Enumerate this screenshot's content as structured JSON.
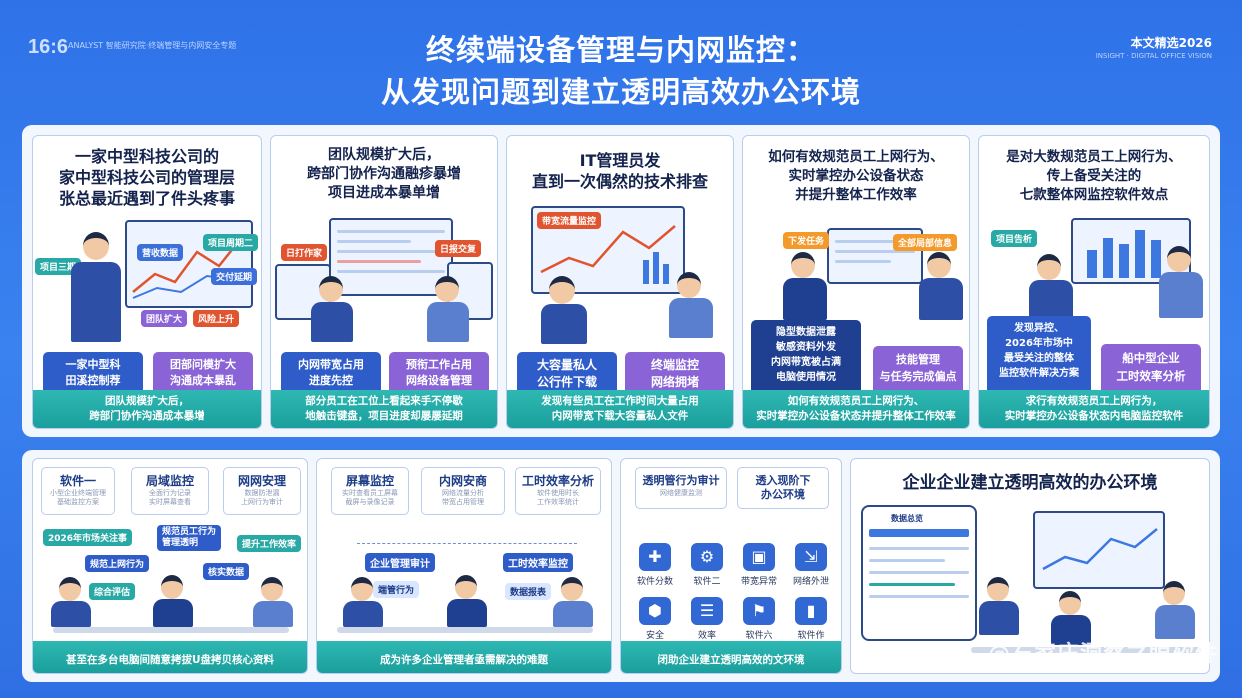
{
  "header": {
    "logo": "16:6",
    "logo_sub": "ANALYST 智能研究院·终端管理与内网安全专题",
    "badge": "本文精选2026",
    "badge_sub": "INSIGHT · DIGITAL OFFICE VISION",
    "title_line1": "终续端设备管理与内网监控：",
    "title_line2": "从发现问题到建立透明高效办公环境"
  },
  "row1": [
    {
      "title": "一家中型科技公司的\n家中型科技公司的管理层\n张总最近遇到了件头疼事",
      "tags": [
        "项目三期",
        "营收数据",
        "项目周期二",
        "交付延期",
        "团队扩大",
        "风险上升"
      ],
      "boxes": [
        {
          "text": "一家中型科\n田溪控制荐"
        },
        {
          "text": "团部问模扩大\n沟通成本暴乱"
        }
      ],
      "footer": "团队规模扩大后，\n跨部门协作沟通成本暴增"
    },
    {
      "title": "团队规模扩大后，\n跨部门协作沟通融疹暴增\n项目进成本暴单增",
      "tags": [
        "日打作家",
        "日报交复"
      ],
      "boxes": [
        {
          "text": "内网带宽占用\n进度先控"
        },
        {
          "text": "预衔工作占用\n网络设备管理"
        }
      ],
      "footer": "部分员工在工位上看起来手不停歇\n地触击键盘，项目进度却屡屡延期"
    },
    {
      "title": "IT管理员发\n直到一次偶然的技术排查",
      "tags": [
        "带宽流量监控"
      ],
      "boxes": [
        {
          "text": "大容量私人\n公行件下载"
        },
        {
          "text": "终端监控\n网络拥堵"
        }
      ],
      "footer": "发现有些员工在工作时间大量占用\n内网带宽下载大容量私人文件"
    },
    {
      "title": "如何有效规范员工上网行为、\n实时掌控办公设备状态\n并提升整体工作效率",
      "tags": [
        "下发任务",
        "全部局部信息"
      ],
      "boxes": [
        {
          "text": "隐型数据泄露\n敏感资料外发\n内网带宽被占满\n电脑使用情况"
        },
        {
          "text": "技能管理\n与任务完成偏点"
        }
      ],
      "footer": "如何有效规范员工上网行为、\n实时掌控办公设备状态并提升整体工作效率"
    },
    {
      "title": "是对大数规范员工上网行为、\n传上备受关注的\n七款整体网监控软件效点",
      "tags": [
        "项目告析"
      ],
      "boxes": [
        {
          "text": "发现异控、\n2026年市场中\n最受关注的整体\n监控软件解决方案"
        },
        {
          "text": "船中型企业\n工时效率分析"
        }
      ],
      "footer": "求行有效规范员工上网行为，\n实时掌控办公设备状态内电脑监控软件"
    }
  ],
  "row2": {
    "a": {
      "minis": [
        {
          "t": "软件一",
          "s": "小型企业终端管理\n基础监控方案"
        },
        {
          "t": "局域监控",
          "s": "全面行为记录\n实时屏幕查看"
        },
        {
          "t": "网网安理",
          "s": "数据防泄漏\n上网行为审计"
        }
      ],
      "tags": [
        "2026年市场关注事",
        "规范员工行为\n管理透明",
        "提升工作效率",
        "规范上网行为",
        "核实数据",
        "综合评估"
      ],
      "footer": "甚至在多台电脑间随意拷拔U盘拷贝核心资料"
    },
    "b": {
      "minis": [
        {
          "t": "屏幕监控",
          "s": "实时查看员工屏幕\n截屏与录像记录"
        },
        {
          "t": "内网安商",
          "s": "网络流量分析\n带宽占用管理"
        },
        {
          "t": "工时效率分析",
          "s": "软件使用时长\n工作效率统计"
        }
      ],
      "tags": [
        "企业管理审计",
        "工时效率监控",
        "端管行为",
        "数据报表"
      ],
      "footer": "成为许多企业管理者亟需解决的难题"
    },
    "c": {
      "minis": [
        {
          "t": "透明管行为审计",
          "s": "网络健康监测"
        },
        {
          "t": "透入现阶下\n办公环境",
          "s": ""
        }
      ],
      "icons": [
        {
          "icon": "✚",
          "label": "软件分数"
        },
        {
          "icon": "⚙",
          "label": "软件二"
        },
        {
          "icon": "▣",
          "label": "带宽异常"
        },
        {
          "icon": "⇲",
          "label": "网络外泄"
        },
        {
          "icon": "⬢",
          "label": "安全"
        },
        {
          "icon": "☰",
          "label": "效率"
        },
        {
          "icon": "⚑",
          "label": "软件六"
        },
        {
          "icon": "▮",
          "label": "软件作"
        }
      ],
      "footer": "闭助企业建立透明高效的文环境"
    },
    "d": {
      "title": "企业企业建立透明高效的办公环境",
      "screen_label": "数据总览"
    }
  },
  "watermark": "@石家庄洞察之眼软件",
  "colors": {
    "bg": "#3a82f0",
    "teal": "#29a9a5",
    "blue": "#2e5cc9",
    "purple": "#8a64d6"
  }
}
